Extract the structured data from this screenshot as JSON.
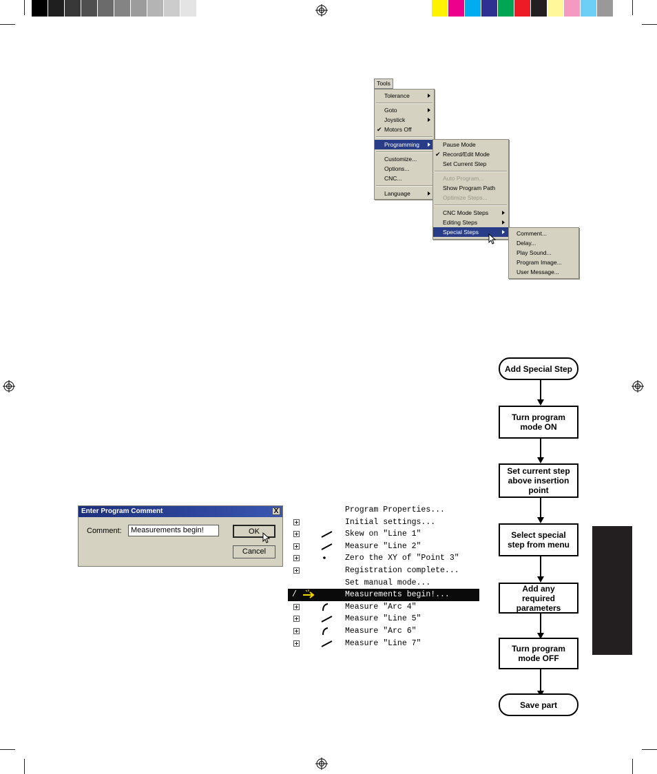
{
  "colors": {
    "grays": [
      "#000000",
      "#1f1f1f",
      "#383838",
      "#4f4f4f",
      "#6b6b6b",
      "#848484",
      "#9c9c9c",
      "#b4b4b4",
      "#cccccc",
      "#e4e4e4",
      "#ffffff"
    ],
    "process": [
      "#fff200",
      "#ec008c",
      "#00aeef",
      "#2e3192",
      "#00a651",
      "#ed1c24",
      "#231f20",
      "#fff799",
      "#f49ac1",
      "#6dcff6",
      "#999999"
    ],
    "menu_selected": "#283c88",
    "tree_highlight": "#0a0a0a"
  },
  "menu": {
    "bar_title": "Tools",
    "main_items": [
      {
        "label": "Tolerance",
        "submenu": true
      },
      {
        "label": "Goto",
        "submenu": true
      },
      {
        "label": "Joystick",
        "submenu": true
      },
      {
        "label": "Motors Off",
        "checked": true
      },
      {
        "label": "Programming",
        "submenu": true,
        "selected": true
      },
      {
        "label": "Customize..."
      },
      {
        "label": "Options..."
      },
      {
        "label": "CNC..."
      },
      {
        "label": "Language",
        "submenu": true
      }
    ],
    "programming_items": [
      {
        "label": "Pause Mode"
      },
      {
        "label": "Record/Edit Mode",
        "checked": true
      },
      {
        "label": "Set Current Step"
      },
      {
        "label": "Auto Program...",
        "disabled": true
      },
      {
        "label": "Show Program Path"
      },
      {
        "label": "Optimize Steps...",
        "disabled": true
      },
      {
        "label": "CNC Mode Steps",
        "submenu": true
      },
      {
        "label": "Editing Steps",
        "submenu": true
      },
      {
        "label": "Special Steps",
        "submenu": true,
        "selected": true
      }
    ],
    "special_items": [
      {
        "label": "Comment..."
      },
      {
        "label": "Delay..."
      },
      {
        "label": "Play Sound..."
      },
      {
        "label": "Program Image..."
      },
      {
        "label": "User Message..."
      }
    ]
  },
  "dialog": {
    "title": "Enter Program Comment",
    "close": "X",
    "comment_label": "Comment:",
    "comment_value": "Measurements begin!",
    "ok_label": "OK",
    "cancel_label": "Cancel"
  },
  "program_tree": {
    "rows": [
      {
        "text": "Program Properties...",
        "expander": false,
        "icon": ""
      },
      {
        "text": "Initial settings...",
        "expander": true,
        "icon": ""
      },
      {
        "text": "Skew on \"Line 1\"",
        "expander": true,
        "icon": "line-icon"
      },
      {
        "text": "Measure \"Line 2\"",
        "expander": true,
        "icon": "line-icon"
      },
      {
        "text": "Zero the XY of \"Point 3\"",
        "expander": true,
        "icon": "point-icon"
      },
      {
        "text": "Registration complete...",
        "expander": true,
        "icon": ""
      },
      {
        "text": "Set manual mode...",
        "expander": false,
        "icon": ""
      },
      {
        "text": "Measurements begin!...",
        "expander": false,
        "icon": "current-step-arrow-icon",
        "highlight": true,
        "prefix": "/"
      },
      {
        "text": "Measure \"Arc 4\"",
        "expander": true,
        "icon": "arc-icon"
      },
      {
        "text": "Measure \"Line 5\"",
        "expander": true,
        "icon": "line-icon"
      },
      {
        "text": "Measure \"Arc 6\"",
        "expander": true,
        "icon": "arc-icon"
      },
      {
        "text": "Measure \"Line 7\"",
        "expander": true,
        "icon": "line-icon"
      }
    ]
  },
  "flowchart": {
    "steps": [
      {
        "label": "Add Special Step",
        "shape": "terminal"
      },
      {
        "label": "Turn program mode ON",
        "shape": "process"
      },
      {
        "label": "Set current step above insertion point",
        "shape": "process"
      },
      {
        "label": "Select special step from menu",
        "shape": "process"
      },
      {
        "label": "Add any required parameters",
        "shape": "process"
      },
      {
        "label": "Turn program mode OFF",
        "shape": "process"
      },
      {
        "label": "Save part",
        "shape": "terminal"
      }
    ]
  }
}
